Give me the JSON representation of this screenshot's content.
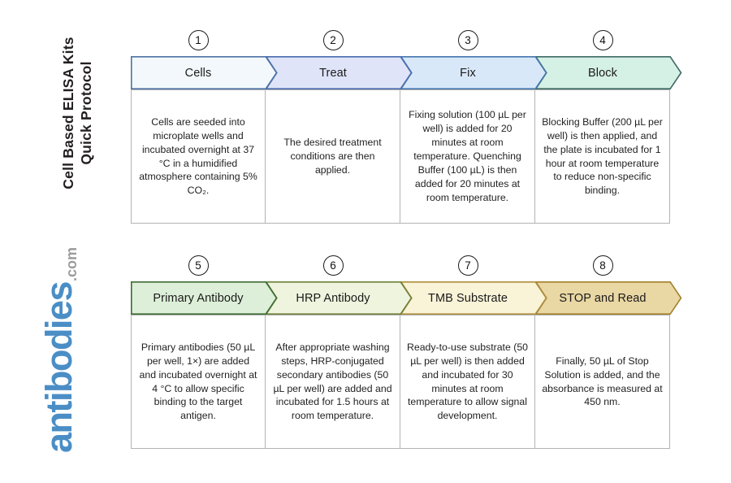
{
  "sidebar": {
    "title_line1": "Cell Based ELISA Kits",
    "title_line2": "Quick Protocol",
    "logo_text": "antibodies",
    "logo_suffix": ".com",
    "logo_color": "#4b8ec6",
    "logo_suffix_color": "#9b9b9b"
  },
  "rows": [
    {
      "steps": [
        {
          "number": "1",
          "label": "Cells",
          "fill": "#f3f8fc",
          "stroke": "#4e73a6",
          "description": "Cells are seeded into microplate wells and incubated overnight at 37 °C in a humidified atmosphere containing 5% CO₂."
        },
        {
          "number": "2",
          "label": "Treat",
          "fill": "#dfe4f8",
          "stroke": "#4a6cae",
          "description": "The desired treatment conditions are then applied."
        },
        {
          "number": "3",
          "label": "Fix",
          "fill": "#d9e8f9",
          "stroke": "#4678ae",
          "description": "Fixing solution (100 µL per well) is added for 20 minutes at room temperature. Quenching Buffer (100 µL) is then added for 20 minutes at room temperature."
        },
        {
          "number": "4",
          "label": "Block",
          "fill": "#d5f0e5",
          "stroke": "#3e6a63",
          "description": "Blocking Buffer (200 µL per well) is then applied, and the plate is incubated for 1 hour at room temperature to reduce non-specific binding."
        }
      ]
    },
    {
      "steps": [
        {
          "number": "5",
          "label": "Primary Antibody",
          "fill": "#ddefd8",
          "stroke": "#3f6c36",
          "description": "Primary antibodies (50 µL per well, 1×) are added and incubated overnight at 4 °C to allow specific binding to the target antigen."
        },
        {
          "number": "6",
          "label": "HRP Antibody",
          "fill": "#eef4dd",
          "stroke": "#6d8139",
          "description": "After appropriate washing steps, HRP-conjugated secondary antibodies (50 µL per well) are added and incubated for 1.5 hours at room temperature."
        },
        {
          "number": "7",
          "label": "TMB Substrate",
          "fill": "#f9f3d7",
          "stroke": "#ae8d40",
          "description": "Ready-to-use substrate (50 µL per well) is then added and incubated for 30 minutes at room temperature to allow signal development."
        },
        {
          "number": "8",
          "label": "STOP and Read",
          "fill": "#e9d7a4",
          "stroke": "#a2812e",
          "description": "Finally, 50 µL of Stop Solution is added, and the absorbance is measured at 450 nm."
        }
      ]
    }
  ]
}
